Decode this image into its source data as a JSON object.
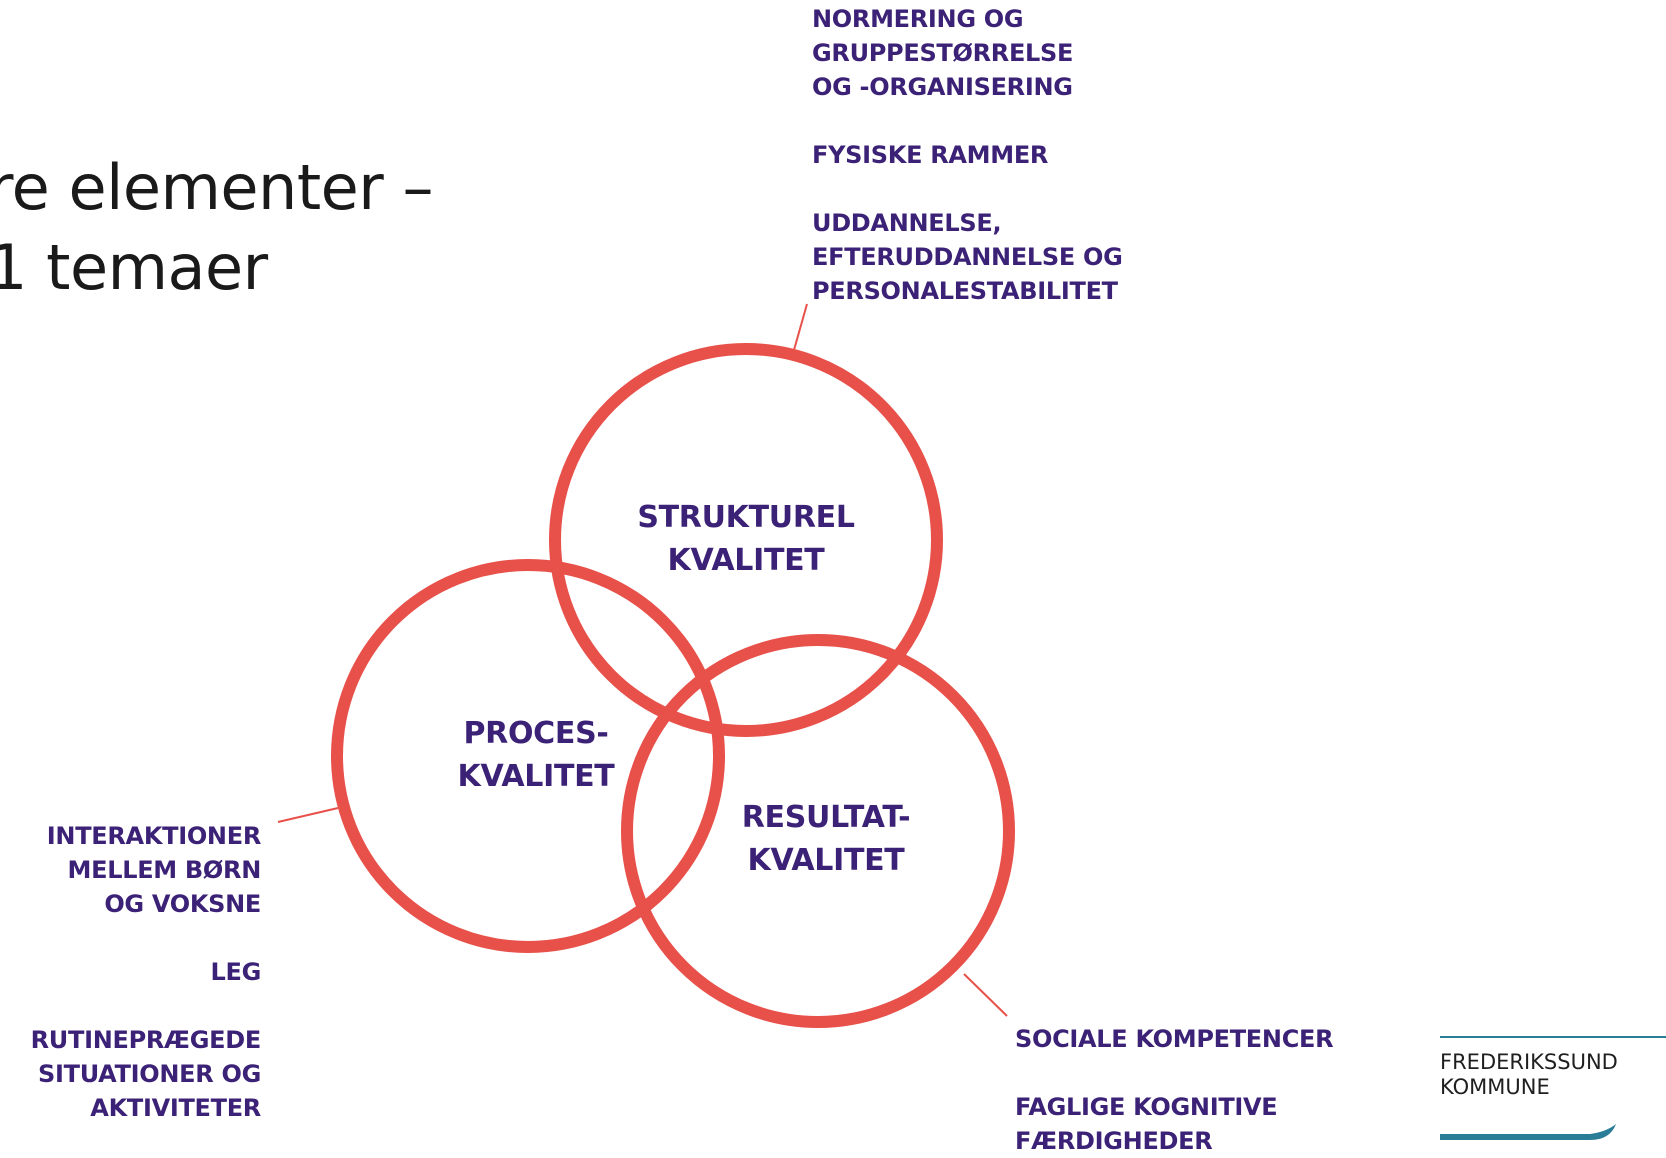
{
  "title": {
    "line1": "re elementer –",
    "line2": "1 temaer"
  },
  "circles": {
    "strukturel": {
      "line1": "STRUKTUREL",
      "line2": "KVALITET"
    },
    "proces": {
      "line1": "PROCES-",
      "line2": "KVALITET"
    },
    "resultat": {
      "line1": "RESULTAT-",
      "line2": "KVALITET"
    }
  },
  "themes": {
    "strukturel": {
      "item1": [
        "NORMERING OG",
        "GRUPPESTØRRELSE",
        "OG -ORGANISERING"
      ],
      "item2": [
        "FYSISKE RAMMER"
      ],
      "item3": [
        "UDDANNELSE,",
        "EFTERUDDANNELSE OG",
        "PERSONALESTABILITET"
      ]
    },
    "proces": {
      "item1": [
        "INTERAKTIONER",
        "MELLEM BØRN",
        "OG VOKSNE"
      ],
      "item2": [
        "LEG"
      ],
      "item3": [
        "RUTINEPRÆGEDE",
        "SITUATIONER OG",
        "AKTIVITETER"
      ]
    },
    "resultat": {
      "item1": [
        "SOCIALE KOMPETENCER"
      ],
      "item2": [
        "FAGLIGE KOGNITIVE",
        "FÆRDIGHEDER"
      ]
    }
  },
  "logo": {
    "line1": "FREDERIKSSUND",
    "line2": "KOMMUNE"
  },
  "colors": {
    "circle": "#e8504a",
    "label": "#3b2277",
    "logo_accent": "#2a7d96"
  }
}
